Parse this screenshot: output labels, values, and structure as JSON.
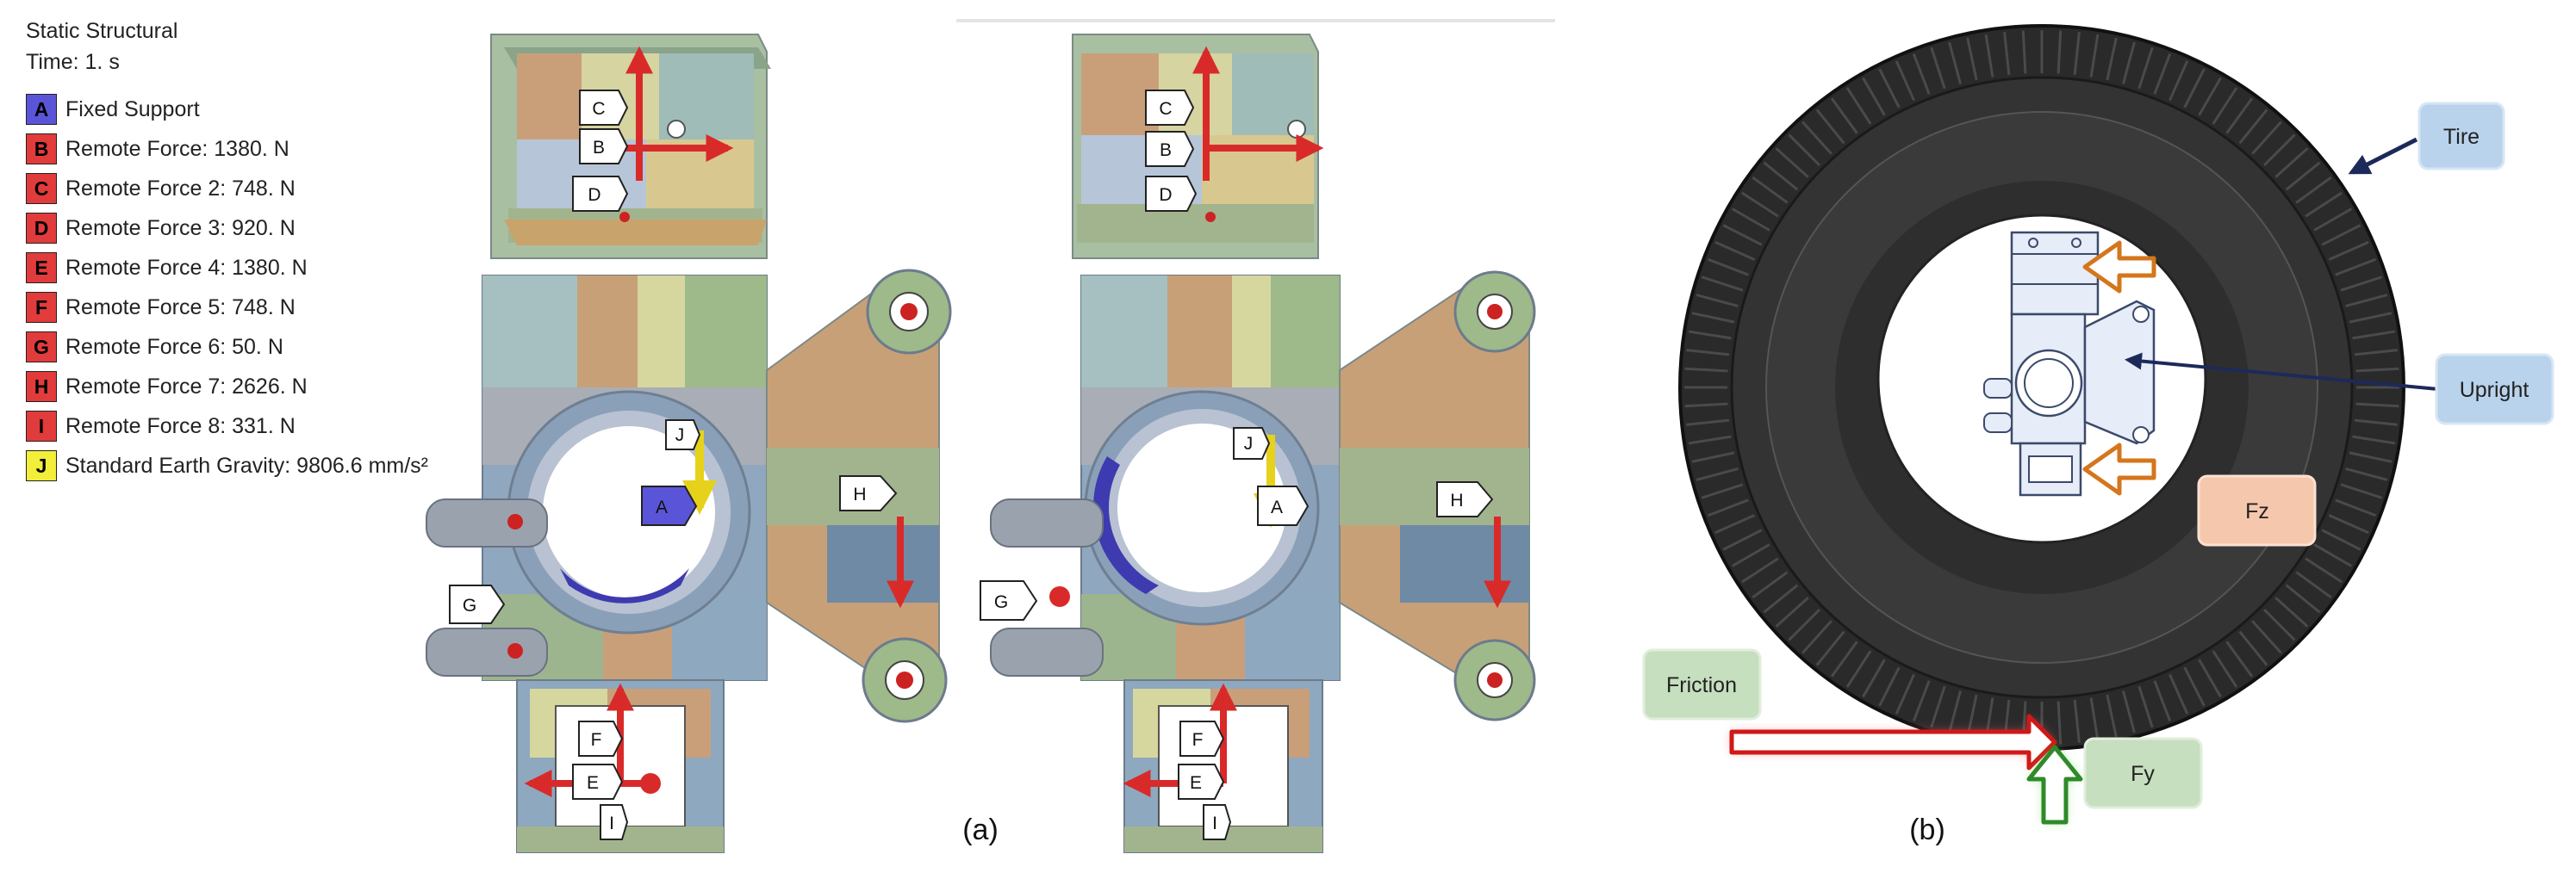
{
  "legend": {
    "analysis": "Static Structural",
    "time": "Time: 1. s",
    "items": [
      {
        "key": "A",
        "label": "Fixed Support",
        "color": "#5a55d8"
      },
      {
        "key": "B",
        "label": "Remote Force: 1380. N",
        "color": "#e23b3b"
      },
      {
        "key": "C",
        "label": "Remote Force 2: 748. N",
        "color": "#e23b3b"
      },
      {
        "key": "D",
        "label": "Remote Force 3: 920. N",
        "color": "#e23b3b"
      },
      {
        "key": "E",
        "label": "Remote Force 4: 1380. N",
        "color": "#e23b3b"
      },
      {
        "key": "F",
        "label": "Remote Force 5: 748. N",
        "color": "#e23b3b"
      },
      {
        "key": "G",
        "label": "Remote Force 6: 50. N",
        "color": "#e23b3b"
      },
      {
        "key": "H",
        "label": "Remote Force 7: 2626. N",
        "color": "#e23b3b"
      },
      {
        "key": "I",
        "label": "Remote Force 8: 331. N",
        "color": "#e23b3b"
      },
      {
        "key": "J",
        "label": "Standard Earth Gravity: 9806.6 mm/s²",
        "color": "#f2ee3a"
      }
    ]
  },
  "captions": {
    "a": "(a)",
    "b": "(b)"
  },
  "view_left": {
    "callouts": {
      "A": "A",
      "B": "B",
      "C": "C",
      "D": "D",
      "E": "E",
      "F": "F",
      "G": "G",
      "H": "H",
      "I": "I",
      "J": "J"
    }
  },
  "view_right": {
    "callouts": {
      "A": "A",
      "B": "B",
      "C": "C",
      "D": "D",
      "E": "E",
      "F": "F",
      "G": "G",
      "H": "H",
      "I": "I",
      "J": "J"
    }
  },
  "tire_labels": {
    "tire": "Tire",
    "upright": "Upright",
    "fz": "Fz",
    "friction": "Friction",
    "fy": "Fy"
  },
  "colors": {
    "force_arrow": "#d92a2a",
    "fixed_support": "#5a55d8",
    "tire": "#222222"
  }
}
